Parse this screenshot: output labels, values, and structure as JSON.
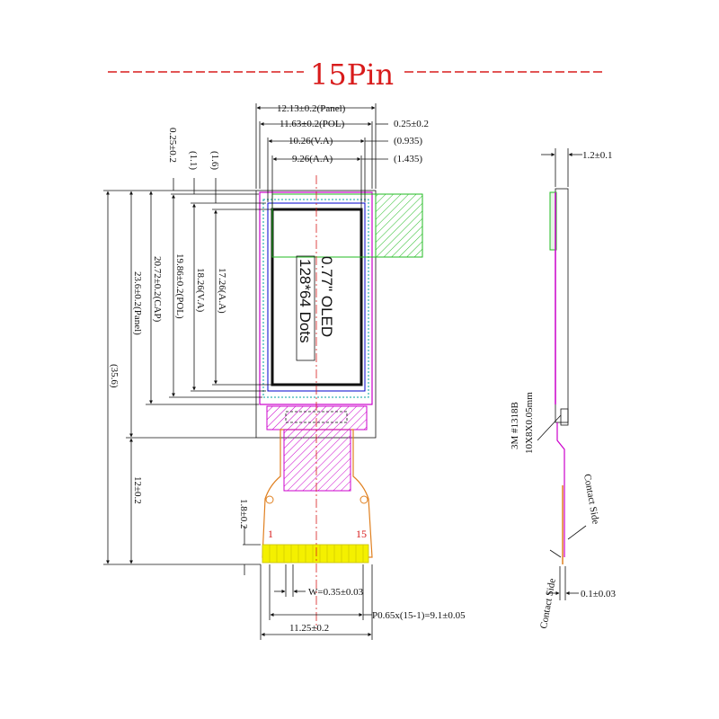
{
  "title": "15Pin",
  "display": {
    "line1": "0.77\" OLED",
    "line2": "128*64 Dots"
  },
  "pins": {
    "first": "1",
    "last": "15"
  },
  "dims_top": {
    "panel_w": "12.13±0.2(Panel)",
    "pol_w": "11.63±0.2(POL)",
    "va_w": "10.26(V.A)",
    "aa_w": "9.26(A.A)",
    "offset_a": "0.25±0.2",
    "offset_b": "(0.935)",
    "offset_c": "(1.435)"
  },
  "dims_left": {
    "top_gap": "0.25±0.2",
    "gap_1": "(1.1)",
    "gap_2": "(1.6)",
    "total": "(35.6)",
    "panel_h": "23.6±0.2(Panel)",
    "cap_h": "20.72±0.2(CAP)",
    "pol_h": "19.86±0.2(POL)",
    "va_h": "18.26(V.A)",
    "aa_h": "17.26(A.A)",
    "fpc_len": "12±0.2",
    "stiff": "1.8±0.2"
  },
  "dims_bottom": {
    "pad_w": "W=0.35±0.03",
    "pitch": "P0.65x(15-1)=9.1±0.05",
    "fpc_w": "11.25±0.2"
  },
  "side_view": {
    "thickness": "1.2±0.1",
    "tape_1": "3M #1318B",
    "tape_2": "10X8X0.05mm",
    "contact_1": "Contact Side",
    "contact_2": "Contact Side",
    "fpc_t": "0.1±0.03"
  },
  "colors": {
    "title": "#d81b1b",
    "panel_outline": "#cc00cc",
    "pol_outline": "#00a0a0",
    "va_outline": "#0000cc",
    "cap_green": "#22bb22",
    "ic_magenta": "#cc00cc",
    "fpc_orange": "#e08020",
    "pads_yellow": "#f4f000",
    "centerline": "#d81b1b"
  }
}
